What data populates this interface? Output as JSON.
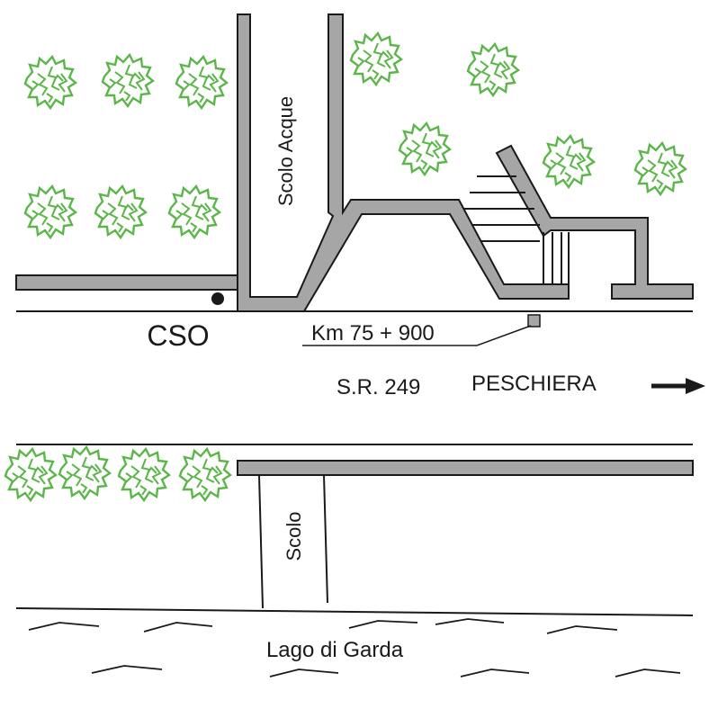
{
  "labels": {
    "cso": "CSO",
    "scolo_acque": "Scolo Acque",
    "km": "Km 75 + 900",
    "road": "S.R. 249",
    "direction": "PESCHIERA",
    "scolo": "Scolo",
    "lake": "Lago di Garda"
  },
  "colors": {
    "wall_fill": "#a6a6a6",
    "line": "#1a1a1a",
    "tree": "#5ab648",
    "background": "#ffffff"
  },
  "icons": {
    "direction_arrow": "right-arrow-icon",
    "tree": "bush-icon",
    "cso_marker": "dot-marker-icon",
    "km_marker": "square-marker-icon"
  }
}
